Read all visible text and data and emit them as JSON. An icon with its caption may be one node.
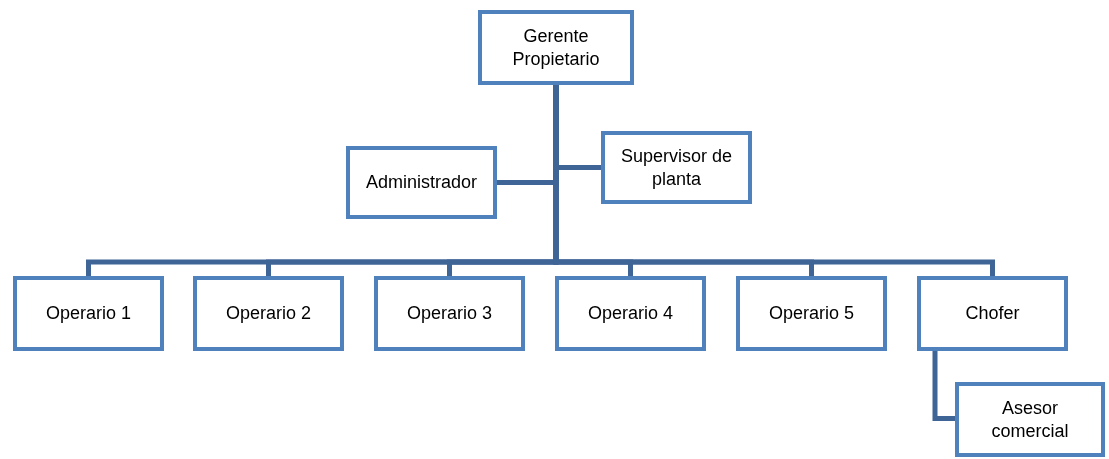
{
  "diagram": {
    "nodes": [
      {
        "text": [
          "Gerente Propietario"
        ]
      },
      {
        "text": [
          "Administrador"
        ]
      },
      {
        "text": [
          "Supervisor de planta"
        ]
      },
      {
        "text": [
          "Operario 1"
        ]
      },
      {
        "text": [
          "Operario 2"
        ]
      },
      {
        "text": [
          "Operario 3"
        ]
      },
      {
        "text": [
          "Operario 4"
        ]
      },
      {
        "text": [
          "Operario 5"
        ]
      },
      {
        "text": [
          "Chofer"
        ]
      },
      {
        "text": [
          "Asesor comercial"
        ]
      }
    ],
    "edges": [
      {
        "from": 0,
        "to": 1,
        "arrow": "none"
      },
      {
        "from": 0,
        "to": 2,
        "arrow": "none"
      },
      {
        "from": 0,
        "to": 3,
        "arrow": "none"
      },
      {
        "from": 0,
        "to": 4,
        "arrow": "none"
      },
      {
        "from": 0,
        "to": 5,
        "arrow": "none"
      },
      {
        "from": 0,
        "to": 6,
        "arrow": "none"
      },
      {
        "from": 0,
        "to": 7,
        "arrow": "none"
      },
      {
        "from": 0,
        "to": 8,
        "arrow": "none"
      },
      {
        "from": 8,
        "to": 9,
        "arrow": "none"
      }
    ]
  }
}
